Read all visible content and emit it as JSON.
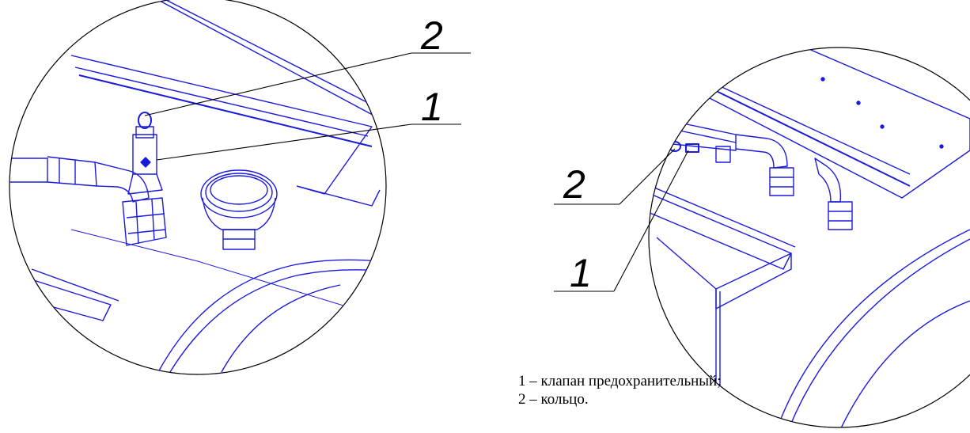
{
  "callouts": {
    "left_top": "2",
    "left_bottom": "1",
    "right_top": "2",
    "right_bottom": "1"
  },
  "legend": [
    "1 – клапан предохранительный;",
    "2 – кольцо."
  ],
  "colors": {
    "drawing": "#1a1adb",
    "leader": "#000000"
  }
}
